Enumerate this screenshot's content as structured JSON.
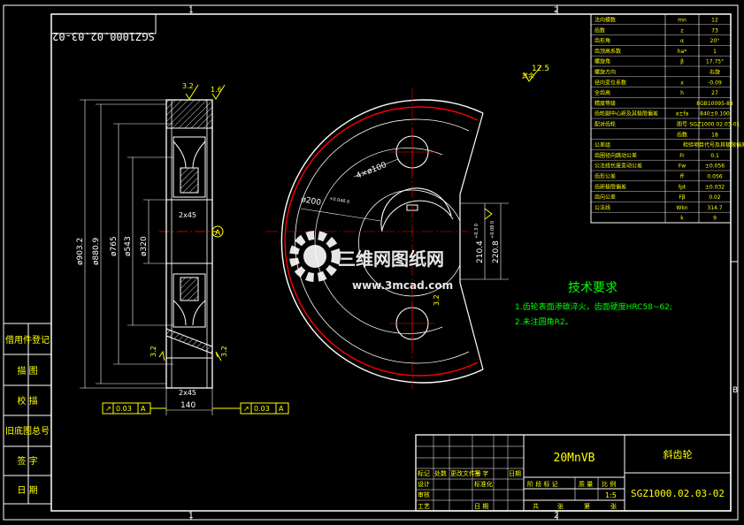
{
  "drawing": {
    "code_mirrored": "SGZ1000.02.03-02",
    "zone_labels_top": [
      "1",
      "2"
    ],
    "zone_labels_side": [
      "B"
    ],
    "notes": {
      "title": "技术要求",
      "items": [
        "1.齿轮表面渗碳淬火，齿面硬度HRC58~62;",
        "2.未注圆角R2。"
      ]
    },
    "roughness_main": "12.5",
    "roughness_rest": "其余",
    "watermark": {
      "brand": "三维网图纸网",
      "url": "www.3mcad.com"
    }
  },
  "dimensions": {
    "d_outer": "ø903.2",
    "d_root": "ø880.9",
    "d_765": "ø765",
    "d_543": "ø543",
    "d_320": "ø320",
    "width": "140",
    "chamfer_top": "2x45",
    "chamfer_bottom": "2x45",
    "rough_32a": "3.2",
    "rough_16": "1.6",
    "rough_32b": "3.2",
    "rough_32c": "3.2",
    "rough_32d": "3.2",
    "runout_left": "0.03",
    "runout_right": "0.03",
    "datum": "A",
    "holes": "4×ø100",
    "bore": "ø200",
    "bore_tol": "+0.046 0",
    "key_depth": "210.4",
    "key_tol": "+0.3 0",
    "key_width": "220.8",
    "key_width_tol": "+0.08 0"
  },
  "param_table": [
    [
      "法向模数",
      "mn",
      "12"
    ],
    [
      "齿数",
      "z",
      "73"
    ],
    [
      "齿形角",
      "α",
      "20°"
    ],
    [
      "齿顶高系数",
      "ha*",
      "1"
    ],
    [
      "螺旋角",
      "β",
      "17.75°"
    ],
    [
      "螺旋方向",
      "",
      "右旋"
    ],
    [
      "径向变位系数",
      "x",
      "-0.09"
    ],
    [
      "全齿高",
      "h",
      "27"
    ],
    [
      "精度等级",
      "",
      "8GB10095-88"
    ],
    [
      "齿轮副中心距及其极限偏差",
      "a±fa",
      "840±0.100"
    ],
    [
      "配对齿轮",
      "图号",
      "SGZ1000.02.03-01"
    ],
    [
      "",
      "齿数",
      "18"
    ],
    [
      "公差组",
      "",
      "检验项目代号及其极限偏差"
    ],
    [
      "齿圈径向跳动公差",
      "Fr",
      "0.1"
    ],
    [
      "公法线长度变动公差",
      "Fw",
      "±0.056"
    ],
    [
      "齿形公差",
      "ff",
      "0.056"
    ],
    [
      "齿距极限偏差",
      "fpt",
      "±0.032"
    ],
    [
      "齿向公差",
      "Fβ",
      "0.02"
    ],
    [
      "公法线",
      "Wkn",
      "314.7"
    ],
    [
      "",
      "k",
      "9"
    ]
  ],
  "left_strip": [
    "借用件登记",
    "描  图",
    "校  描",
    "旧底图总号",
    "签  字",
    "日  期"
  ],
  "title_block": {
    "material": "20MnVB",
    "part_name": "斜齿轮",
    "drawing_no": "SGZ1000.02.03-02",
    "scale": "1:5",
    "row_labels": [
      "标记",
      "处数",
      "更改文件号",
      "签 字",
      "日期"
    ],
    "row_labels2": [
      "设计",
      "标准化"
    ],
    "row_labels3": [
      "审核"
    ],
    "row_labels4": [
      "工艺",
      "日 期"
    ],
    "stage_labels": [
      "阶 段 标 记",
      "质 量",
      "比 例"
    ],
    "sheet_labels": [
      "共",
      "张",
      "第",
      "张"
    ]
  }
}
